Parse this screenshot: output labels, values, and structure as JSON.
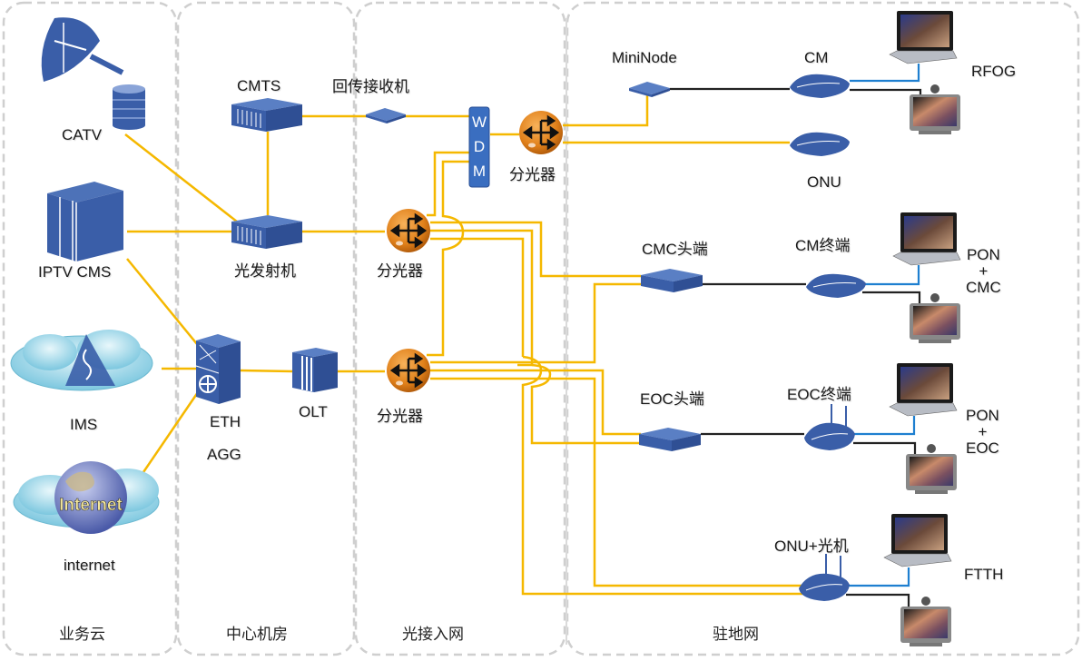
{
  "zones": [
    {
      "id": "service-cloud",
      "label": "业务云"
    },
    {
      "id": "central-office",
      "label": "中心机房"
    },
    {
      "id": "optical-access",
      "label": "光接入网"
    },
    {
      "id": "premises",
      "label": "驻地网"
    }
  ],
  "nodes": {
    "catv": {
      "label": "CATV",
      "icon": "satellite-dish-database-icon"
    },
    "iptv_cms": {
      "label": "IPTV CMS",
      "icon": "server-cabinet-icon"
    },
    "ims": {
      "label": "IMS",
      "icon": "ims-cloud-icon"
    },
    "internet": {
      "label": "internet",
      "icon": "internet-globe-cloud-icon",
      "globe_text": "Internet"
    },
    "cmts": {
      "label": "CMTS",
      "icon": "rack-device-icon"
    },
    "optical_tx": {
      "label": "光发射机",
      "icon": "rack-device-icon"
    },
    "eth_agg": {
      "label_line1": "ETH",
      "label_line2": "AGG",
      "icon": "switch-icon"
    },
    "olt": {
      "label": "OLT",
      "icon": "olt-cabinet-icon"
    },
    "return_rx": {
      "label": "回传接收机",
      "icon": "small-modem-icon"
    },
    "wdm": {
      "label": "WDM",
      "letters": [
        "W",
        "D",
        "M"
      ]
    },
    "splitter_top": {
      "label": "分光器",
      "icon": "splitter-icon"
    },
    "splitter_mid": {
      "label": "分光器",
      "icon": "splitter-icon"
    },
    "splitter_bot": {
      "label": "分光器",
      "icon": "splitter-icon"
    },
    "mininode": {
      "label": "MiniNode",
      "icon": "small-modem-icon"
    },
    "cm": {
      "label": "CM",
      "icon": "modem-icon"
    },
    "onu": {
      "label": "ONU",
      "icon": "modem-icon"
    },
    "cmc_head": {
      "label": "CMC头端",
      "icon": "headend-box-icon"
    },
    "cm_terminal": {
      "label": "CM终端",
      "icon": "modem-icon"
    },
    "eoc_head": {
      "label": "EOC头端",
      "icon": "headend-box-icon"
    },
    "eoc_terminal": {
      "label": "EOC终端",
      "icon": "wireless-router-icon"
    },
    "onu_optical": {
      "label": "ONU+光机",
      "icon": "wireless-router-icon"
    }
  },
  "scenarios": [
    {
      "id": "rfog",
      "lines": [
        "RFOG"
      ]
    },
    {
      "id": "pon-cmc",
      "lines": [
        "PON",
        "+",
        "CMC"
      ]
    },
    {
      "id": "pon-eoc",
      "lines": [
        "PON",
        "+",
        "EOC"
      ]
    },
    {
      "id": "ftth",
      "lines": [
        "FTTH"
      ]
    }
  ],
  "colors": {
    "fiber": "#f5b800",
    "coax": "#222222",
    "ethernet": "#1e7fd0",
    "device_blue": "#3a5ea8",
    "splitter_orange": "#e8851e",
    "zone_border": "#cfcfcf"
  }
}
